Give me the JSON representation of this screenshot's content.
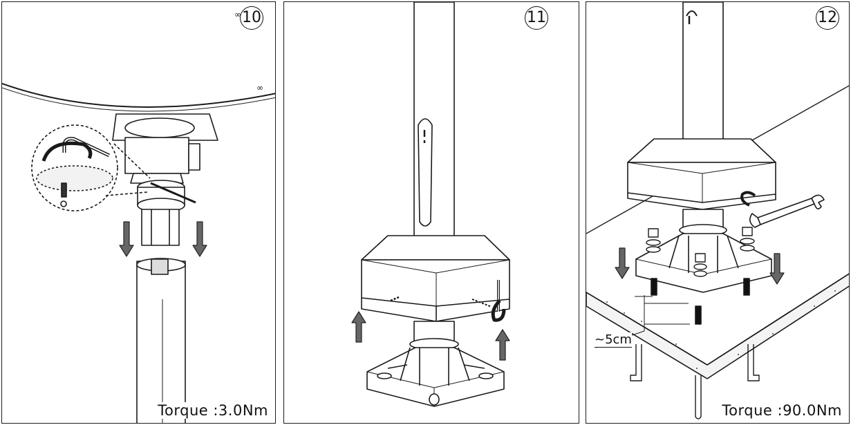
{
  "panels": [
    {
      "step": "10",
      "torque": "Torque :3.0Nm"
    },
    {
      "step": "11"
    },
    {
      "step": "12",
      "dimension": "~5cm",
      "torque": "Torque :90.0Nm"
    }
  ],
  "colors": {
    "line": "#1a1a1a",
    "fill": "#ffffff",
    "shade": "#e6e6e6",
    "arrow": "#555555"
  },
  "icons": [
    "wrench-icon",
    "hex-key-icon",
    "rotate-arrow-icon",
    "down-arrow-icon",
    "up-arrow-icon",
    "bolt-icon",
    "nut-icon",
    "washer-icon",
    "anchor-bolt-icon"
  ]
}
